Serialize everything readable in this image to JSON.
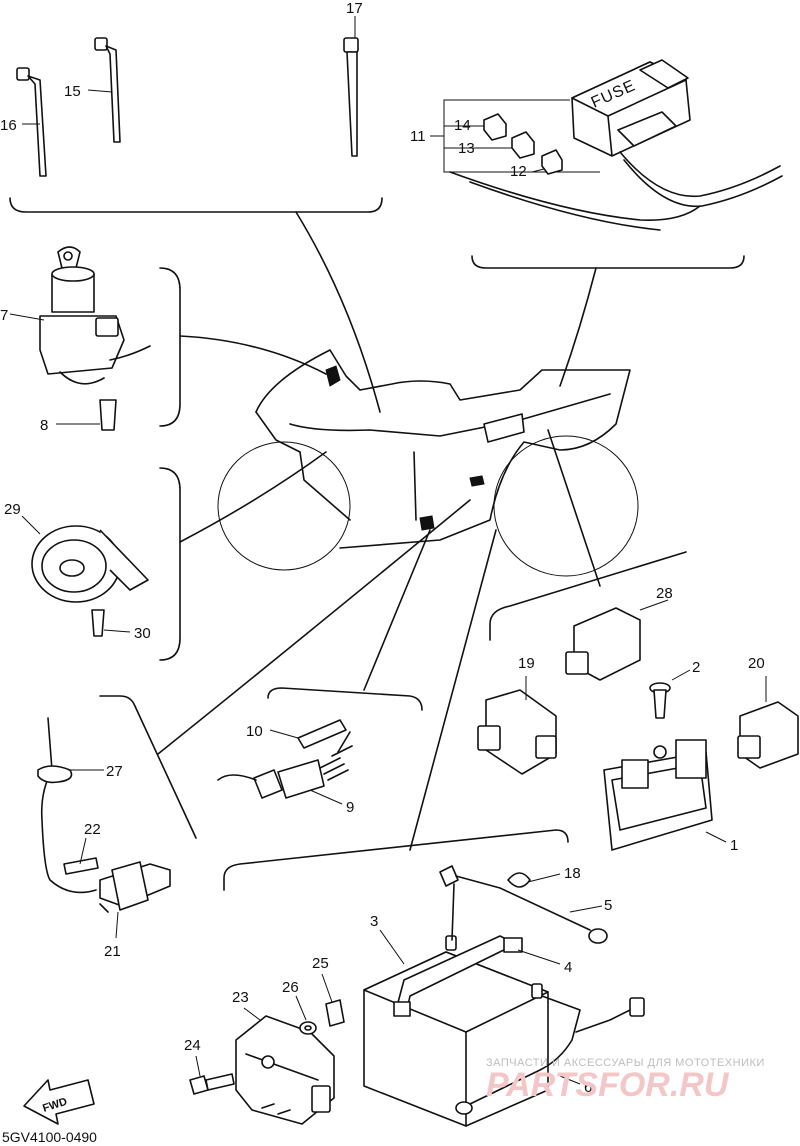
{
  "callouts": {
    "p1": "1",
    "p2": "2",
    "p3": "3",
    "p4": "4",
    "p5": "5",
    "p6": "6",
    "p7": "7",
    "p8": "8",
    "p9": "9",
    "p10": "10",
    "p11": "11",
    "p12": "12",
    "p13": "13",
    "p14": "14",
    "p15": "15",
    "p16": "16",
    "p17": "17",
    "p18": "18",
    "p19": "19",
    "p20": "20",
    "p21": "21",
    "p22": "22",
    "p23": "23",
    "p24": "24",
    "p25": "25",
    "p26": "26",
    "p27": "27",
    "p28": "28",
    "p29": "29",
    "p30": "30"
  },
  "fuse_box_text": "FUSE",
  "fwd_arrow_text": "FWD",
  "diagram_code": "5GV4100-0490",
  "watermark": {
    "subtitle": "ЗАПЧАСТИ И АКСЕССУАРЫ ДЛЯ МОТОТЕХНИКИ",
    "brand": "PARTSFOR.RU"
  }
}
